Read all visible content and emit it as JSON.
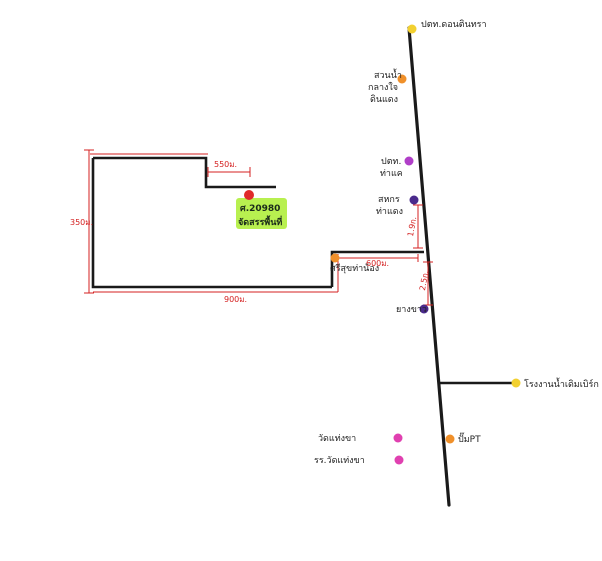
{
  "landmarks": {
    "top": {
      "label": "ปตท.ดอนตินทรา",
      "color": "#f2d030"
    },
    "khrua": {
      "label_lines": [
        "สวนน้ำ",
        "กลางใจ",
        "ดินแดง"
      ],
      "color": "#f0902a"
    },
    "dao": {
      "label_lines": [
        "ปตท.",
        "ท่าแค"
      ],
      "color": "#b03ec8"
    },
    "school": {
      "label_lines": [
        "สหกร",
        "ท่าแดง"
      ],
      "color": "#4a2a8c"
    },
    "junction": {
      "label": "ศรีสุขท่าน้อง",
      "color": "#f0902a"
    },
    "lower": {
      "label": "ยางขาว",
      "color": "#4a2a8c"
    },
    "factory": {
      "label": "โรงงานน้ำเดิมเบิร์ก",
      "color": "#f2d030"
    },
    "ptt": {
      "label": "ปั๊มPT",
      "color": "#f0902a"
    }
  },
  "legend": [
    {
      "label": "วัดแท่งขา",
      "color": "#e040b0"
    },
    {
      "label": "รร.วัดแท่งขา",
      "color": "#e040b0"
    }
  ],
  "plot": {
    "label_lines": [
      "ศ.20980",
      "จัดสรรพื้นที่"
    ],
    "marker_color": "#e02a2a",
    "highlight_color": "#b8f050"
  },
  "dimensions": {
    "top_notch": "550ม.",
    "left_side": "350ม.",
    "bottom": "900ม.",
    "road_segment": "600ม.",
    "vert_upper": "1.9ก.",
    "vert_lower": "2.5ก."
  }
}
